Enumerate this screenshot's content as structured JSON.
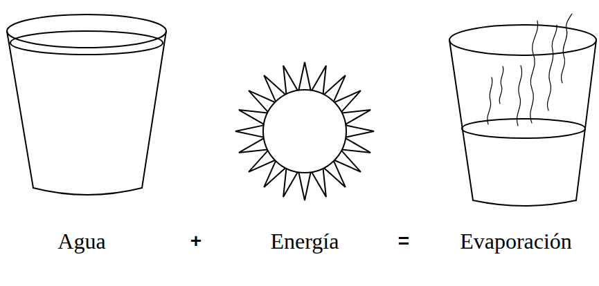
{
  "diagram": {
    "labels": [
      "Agua",
      "+",
      "Energía",
      "=",
      "Evaporación"
    ]
  }
}
